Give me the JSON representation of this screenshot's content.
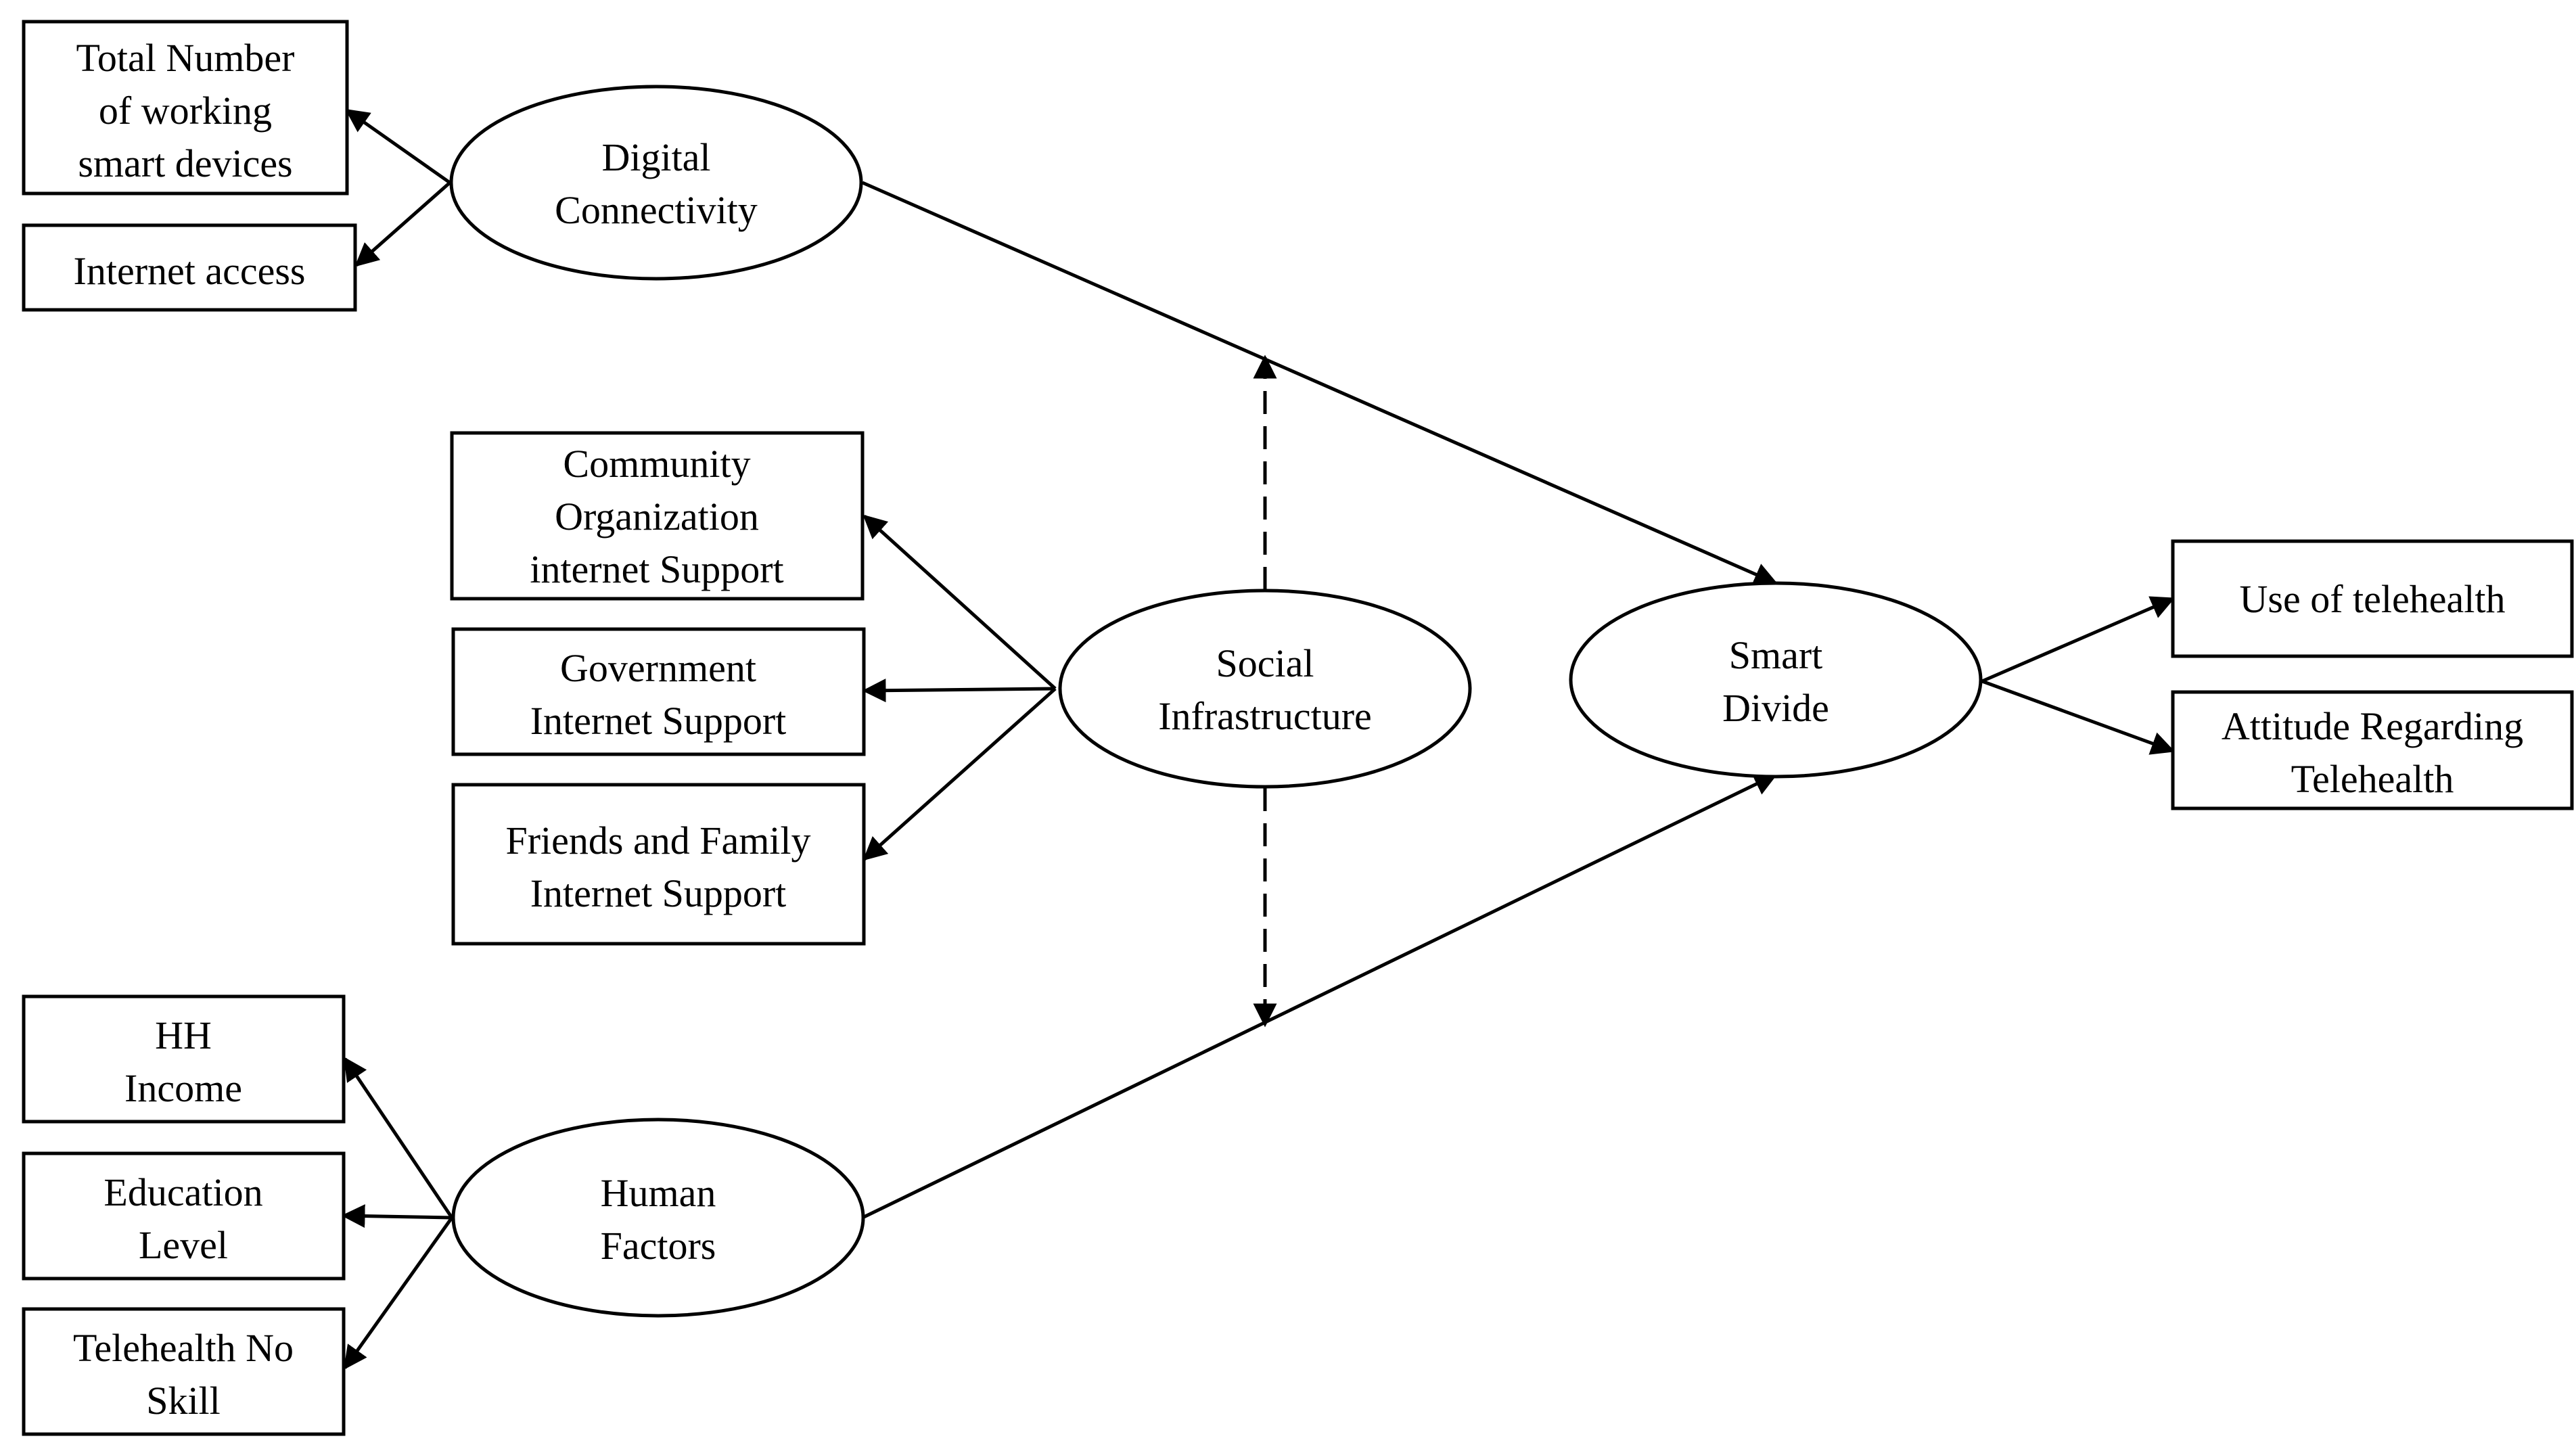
{
  "constructs": {
    "digital_connectivity": {
      "line1": "Digital",
      "line2": "Connectivity"
    },
    "social_infrastructure": {
      "line1": "Social",
      "line2": "Infrastructure"
    },
    "human_factors": {
      "line1": "Human",
      "line2": "Factors"
    },
    "smart_divide": {
      "line1": "Smart",
      "line2": "Divide"
    }
  },
  "indicators": {
    "total_devices": {
      "line1": "Total Number",
      "line2": "of working",
      "line3": "smart devices"
    },
    "internet_access": {
      "line1": "Internet access"
    },
    "community_org": {
      "line1": "Community",
      "line2": "Organization",
      "line3": "internet  Support"
    },
    "government": {
      "line1": "Government",
      "line2": "Internet Support"
    },
    "friends_family": {
      "line1": "Friends and Family",
      "line2": "Internet Support"
    },
    "hh_income": {
      "line1": "HH",
      "line2": "Income"
    },
    "education": {
      "line1": "Education",
      "line2": "Level"
    },
    "telehealth_skill": {
      "line1": "Telehealth No",
      "line2": "Skill"
    },
    "use_telehealth": {
      "line1": "Use of telehealth"
    },
    "attitude": {
      "line1": "Attitude Regarding",
      "line2": "Telehealth"
    }
  }
}
